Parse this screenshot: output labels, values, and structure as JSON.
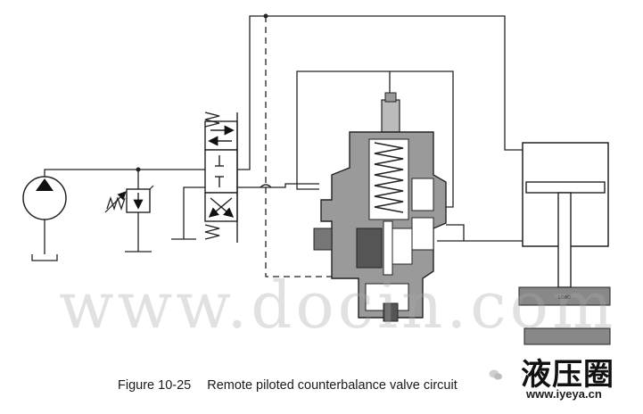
{
  "figure": {
    "number": "Figure 10-25",
    "title": "Remote piloted counterbalance valve circuit"
  },
  "watermark": {
    "text": "www.docin.com"
  },
  "logo": {
    "text": "液压圈",
    "url": "www.iyeya.cn"
  },
  "cylinder_load": {
    "label": "LOAD"
  },
  "colors": {
    "valve_body": "#9a9a9a",
    "line": "#222222",
    "load": "#888888"
  }
}
